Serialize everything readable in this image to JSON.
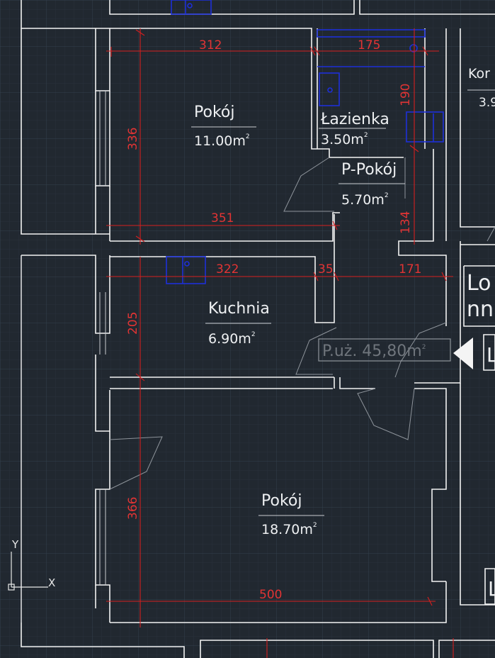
{
  "drawing": {
    "background": "#212830",
    "grid_color": "#2f3a45",
    "wall_color": "#f2f2f2",
    "dimension_color": "#d61f1f",
    "fixture_color": "#1d2fd8"
  },
  "rooms": {
    "pokoj1": {
      "name": "Pokój",
      "area": "11.00m",
      "unit_sup": "2"
    },
    "lazienka": {
      "name": "Łazienka",
      "area": "3.50m",
      "unit_sup": "2"
    },
    "ppokoj": {
      "name": "P-Pokój",
      "area": "5.70m",
      "unit_sup": "2"
    },
    "kuchnia": {
      "name": "Kuchnia",
      "area": "6.90m",
      "unit_sup": "2"
    },
    "pokoj2": {
      "name": "Pokój",
      "area": "18.70m",
      "unit_sup": "2"
    }
  },
  "dimensions": {
    "d312": "312",
    "d175": "175",
    "d190": "190",
    "d336": "336",
    "d351": "351",
    "d322": "322",
    "d35": "35",
    "d171": "171",
    "d134": "134",
    "d205": "205",
    "d366": "366",
    "d500": "500"
  },
  "usable_area": {
    "label": "P.uż. 45,80m",
    "unit_sup": "2"
  },
  "side_labels": {
    "kor": "Kor",
    "kor_area": "3.9",
    "lo": "Lo",
    "nn": "nn",
    "l1": "L",
    "l2": "L"
  },
  "ucs_icon": {
    "y_label": "Y",
    "x_label": "X"
  }
}
